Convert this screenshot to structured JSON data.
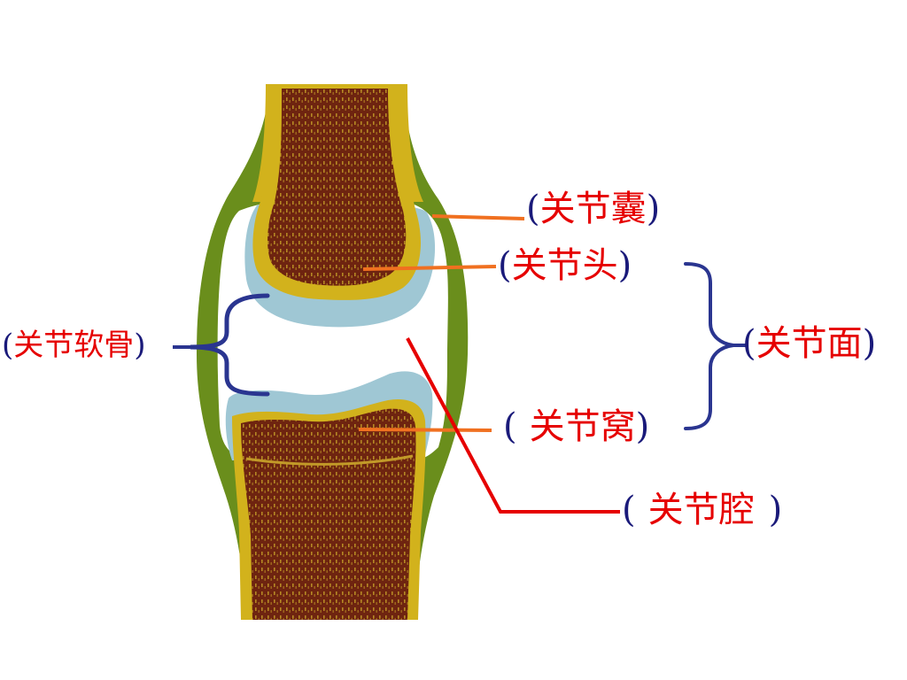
{
  "colors": {
    "capsule": "#6a8e1c",
    "periosteum": "#d2b21c",
    "cartilage": "#9fc7d4",
    "bone_marrow": "#6e2410",
    "bone_fleck": "#c29a28",
    "pointer_orange": "#f07020",
    "pointer_red": "#e60000",
    "bracket_blue": "#2a3590",
    "label_text": "#e60000"
  },
  "labels": {
    "capsule": "关节囊",
    "head": "关节头",
    "cartilage": "关节软骨",
    "surface": "关节面",
    "socket": "关节窝",
    "cavity": "关节腔"
  },
  "paren_open": "(",
  "paren_close": ")"
}
